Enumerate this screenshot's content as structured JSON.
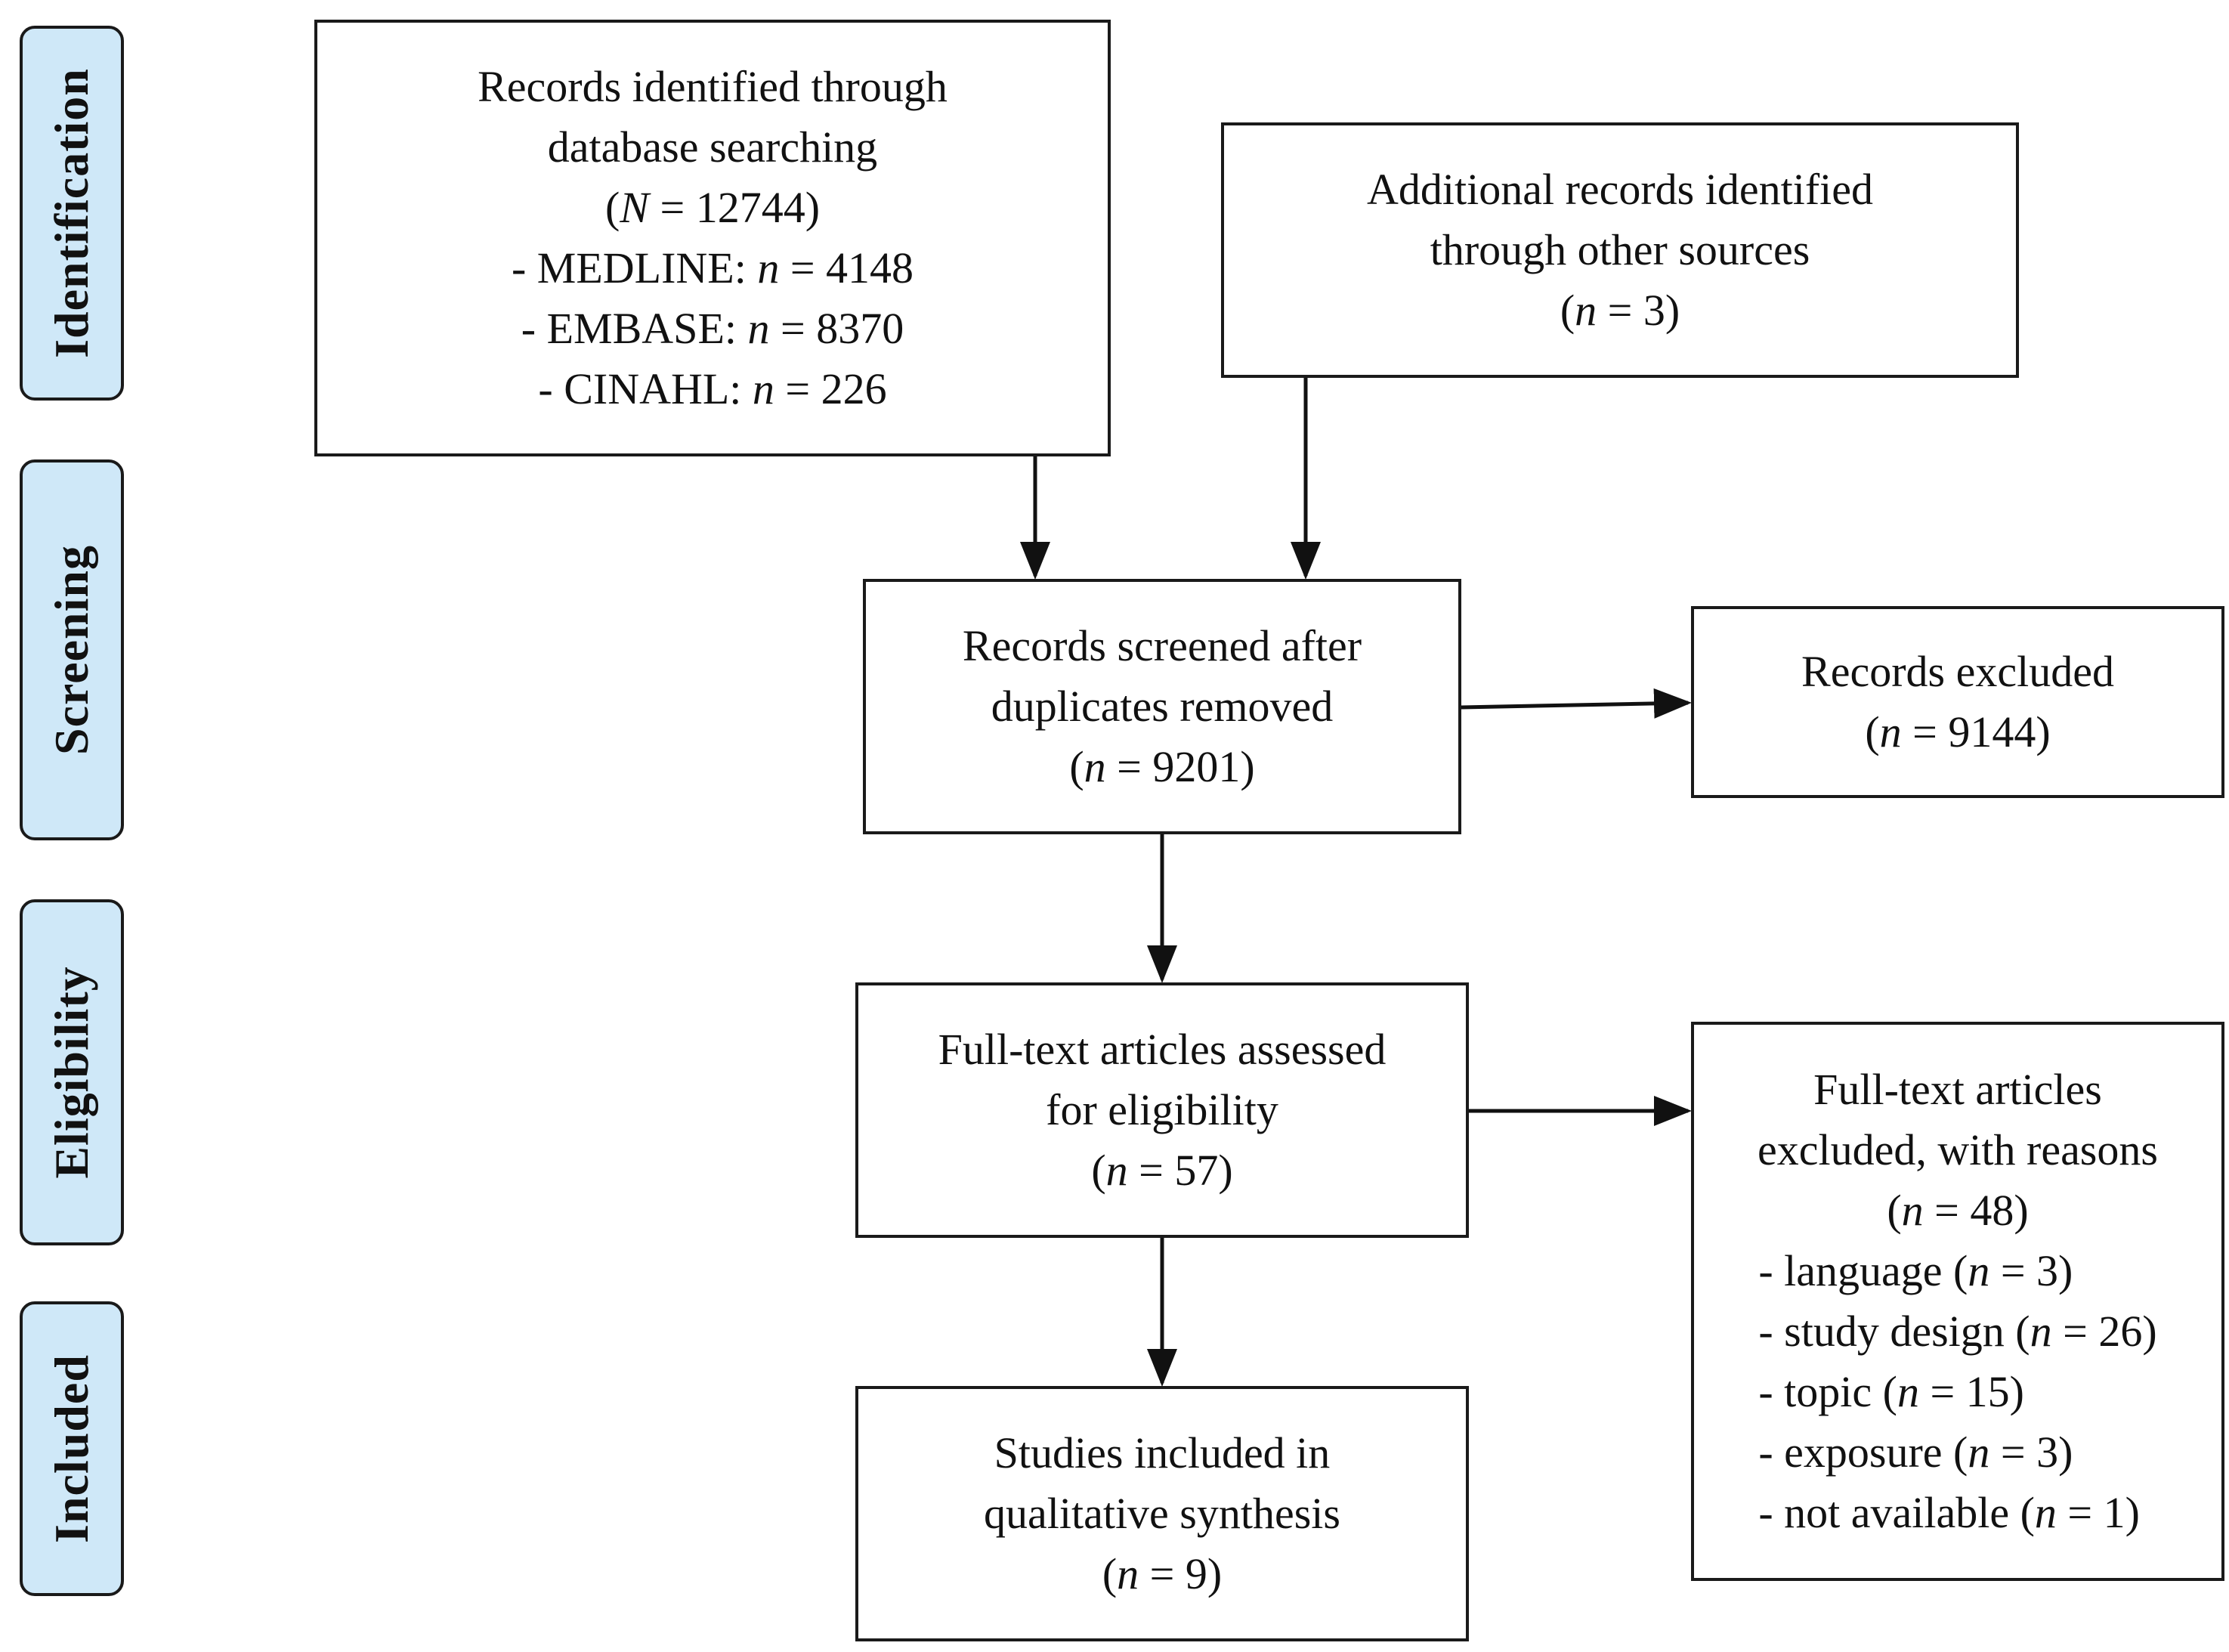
{
  "phases": {
    "identification": "Identification",
    "screening": "Screening",
    "eligibility": "Eligibility",
    "included": "Included"
  },
  "boxes": {
    "database": {
      "line1": "Records identified through",
      "line2": "database searching",
      "count": {
        "open": "(",
        "var": "N",
        "rest": " = 12744)"
      },
      "items": [
        {
          "prefix": "- MEDLINE: ",
          "var": "n",
          "rest": " = 4148"
        },
        {
          "prefix": "- EMBASE: ",
          "var": "n",
          "rest": " = 8370"
        },
        {
          "prefix": "- CINAHL: ",
          "var": "n",
          "rest": " = 226"
        }
      ]
    },
    "additional": {
      "line1": "Additional records identified",
      "line2": "through other sources",
      "count": {
        "open": "(",
        "var": "n",
        "rest": " = 3)"
      }
    },
    "screened": {
      "line1": "Records screened after",
      "line2": "duplicates removed",
      "count": {
        "open": "(",
        "var": "n",
        "rest": " = 9201)"
      }
    },
    "excluded": {
      "line1": "Records excluded",
      "count": {
        "open": "(",
        "var": "n",
        "rest": " = 9144)"
      }
    },
    "fulltext": {
      "line1": "Full-text articles assessed",
      "line2": "for eligibility",
      "count": {
        "open": "(",
        "var": "n",
        "rest": " = 57)"
      }
    },
    "fulltext_excluded": {
      "line1": "Full-text articles",
      "line2": "excluded, with reasons",
      "count": {
        "open": "(",
        "var": "n",
        "rest": " = 48)"
      },
      "items": [
        {
          "prefix": "- language (",
          "var": "n",
          "rest": " = 3)"
        },
        {
          "prefix": "- study design (",
          "var": "n",
          "rest": " = 26)"
        },
        {
          "prefix": "- topic (",
          "var": "n",
          "rest": " = 15)"
        },
        {
          "prefix": "- exposure (",
          "var": "n",
          "rest": " = 3)"
        },
        {
          "prefix": "- not available (",
          "var": "n",
          "rest": " = 1)"
        }
      ]
    },
    "included": {
      "line1": "Studies included in",
      "line2": "qualitative synthesis",
      "count": {
        "open": "(",
        "var": "n",
        "rest": " = 9)"
      }
    }
  }
}
